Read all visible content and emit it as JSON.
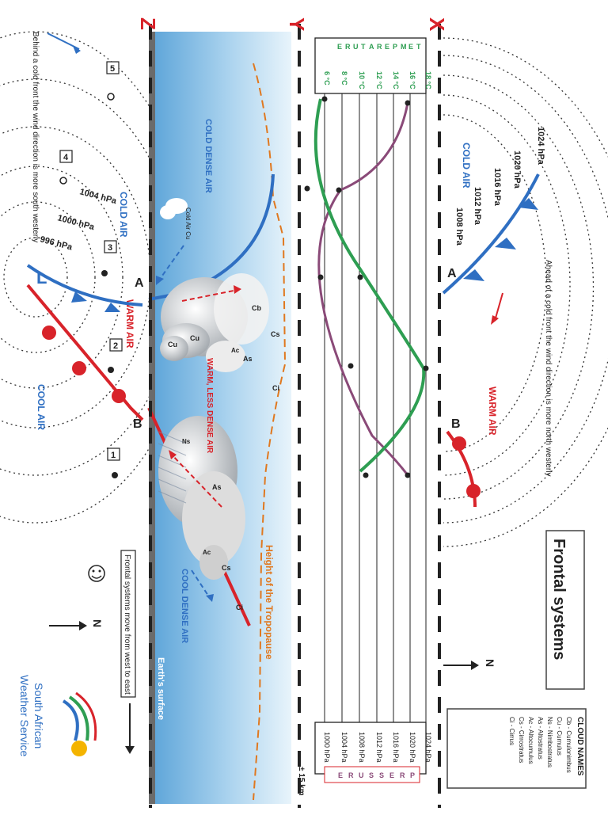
{
  "title": "Frontal systems",
  "section_letters": [
    "Z",
    "Y",
    "X"
  ],
  "cloud_names": {
    "heading": "CLOUD NAMES",
    "items": [
      "Cb - Cumulonimbus",
      "Cu - Cumulus",
      "Ns - Nimbostratus",
      "As - Altostratus",
      "Ac - Altocumulus",
      "Cs - Cirrostratus",
      "Ci - Cirrus"
    ]
  },
  "temperature": {
    "label_letters": [
      "T",
      "E",
      "M",
      "P",
      "E",
      "R",
      "A",
      "T",
      "U",
      "R",
      "E"
    ],
    "scale": [
      "18 °C",
      "16 °C",
      "14 °C",
      "12 °C",
      "10 °C",
      "8 °C",
      "6 °C"
    ]
  },
  "pressure": {
    "label_letters": [
      "P",
      "R",
      "E",
      "S",
      "S",
      "U",
      "R",
      "E"
    ],
    "scale": [
      "1024 hPa",
      "1020 hPa",
      "1016 hPa",
      "1012 hPa",
      "1008 hPa",
      "1004 hPa",
      "1000 hPa"
    ]
  },
  "height_label": "± 15 km",
  "isobars_right": [
    "1024 hPa",
    "1020 hPa",
    "1016 hPa",
    "1012 hPa",
    "1008 hPa"
  ],
  "isobars_left": [
    "1004 hPa",
    "1000 hPa",
    "996 hPa"
  ],
  "low_label": "L",
  "front_points": [
    "A",
    "B"
  ],
  "station_numbers": [
    "1",
    "2",
    "3",
    "4",
    "5"
  ],
  "air_labels": {
    "cold_air_right": "COLD AIR",
    "warm_air_right": "WARM AIR",
    "cold_air_left": "COLD AIR",
    "warm_air_left": "WARM AIR",
    "cool_air_left": "COOL AIR",
    "cold_dense_air": "COLD DENSE AIR",
    "warm_less_dense_air": "WARM, LESS DENSE AIR",
    "cool_dense_air": "COOL DENSE AIR"
  },
  "cloud_labels": [
    "Cb",
    "Cs",
    "Ci",
    "As",
    "Ac",
    "Cu",
    "Cu",
    "Ns",
    "As",
    "Ac",
    "Cs",
    "Ci",
    "Cold Air Cu"
  ],
  "notes": {
    "ahead": "Ahead of a cold front the wind direction is more north westerly",
    "behind": "Behind a cold front the wind direction is more south westerly",
    "move": "Frontal systems move from west to east",
    "tropopause": "Height of the Tropopause",
    "surface": "Earth's surface"
  },
  "north": "N",
  "logo": {
    "line1": "South African",
    "line2": "Weather Service"
  },
  "colors": {
    "cold_front": "#2f6fc2",
    "warm_front": "#d8232a",
    "temp_curve": "#2e9e52",
    "pressure_curve": "#8a4a78",
    "tropopause": "#e0781f",
    "sky_top": "#d8ecf8",
    "sky_bottom": "#5aa3d8"
  }
}
